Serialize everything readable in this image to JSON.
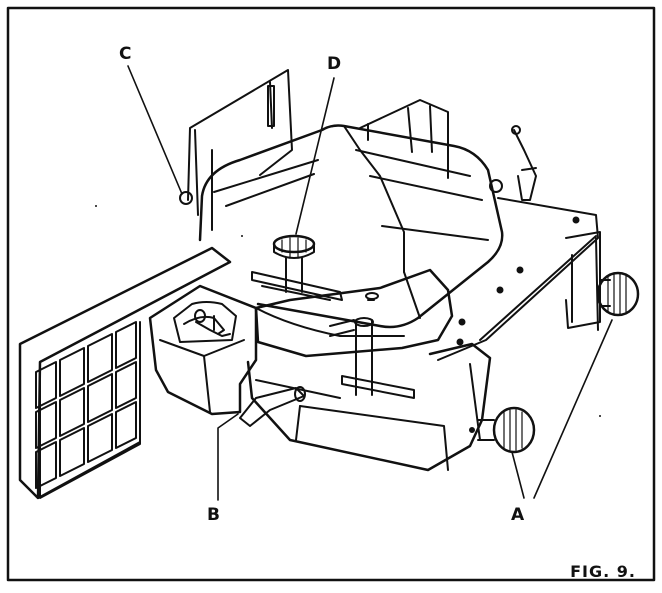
{
  "figure": {
    "caption": "FIG. 9."
  },
  "callouts": {
    "a": "A",
    "b": "B",
    "c": "C",
    "d": "D"
  },
  "colors": {
    "ink": "#111111",
    "paper": "#ffffff"
  }
}
